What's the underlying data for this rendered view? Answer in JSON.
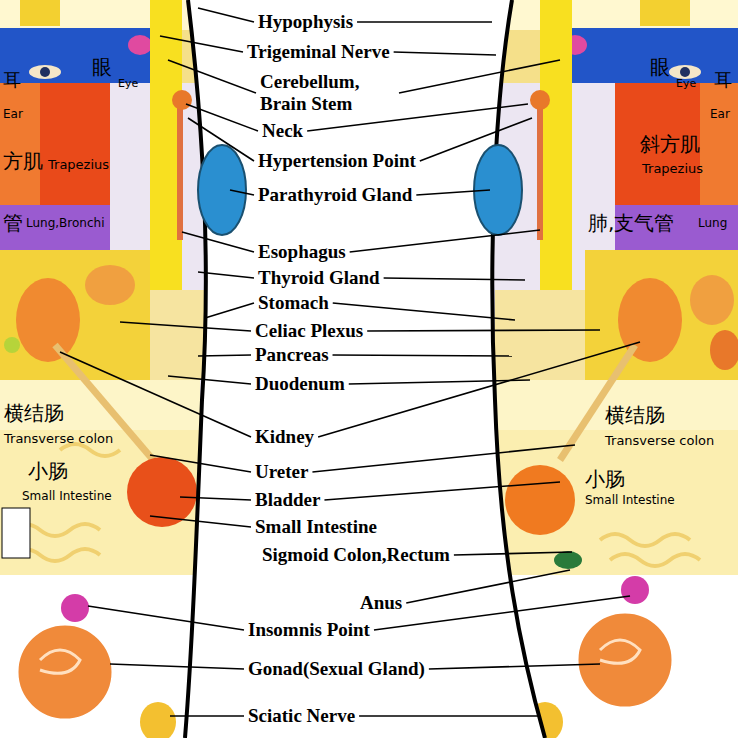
{
  "diagram": {
    "labels": [
      "Hypophysis",
      "Trigeminal Nerve",
      "Cerebellum, Brain Stem",
      "Neck",
      "Hypertension Point",
      "Parathyroid Gland",
      "Esophagus",
      "Thyroid Gland",
      "Stomach",
      "Celiac Plexus",
      "Pancreas",
      "Duodenum",
      "Kidney",
      "Ureter",
      "Bladder",
      "Small Intestine",
      "Sigmoid Colon,Rectum",
      "Anus",
      "Insomnis Point",
      "Gonad(Sexual Gland)",
      "Sciatic Nerve",
      "耳",
      "Ear",
      "眼",
      "Eye",
      "方肌",
      "Trapezius",
      "管",
      "Lung,Bronchi",
      "横结肠",
      "Transverse colon",
      "小肠",
      "Small Intestine",
      "眼",
      "Eye",
      "耳",
      "Ear",
      "斜方肌",
      "Trapezius",
      "肺,支气管",
      "Lung",
      "横结肠",
      "Transverse colon",
      "小肠",
      "Small Intestine"
    ]
  }
}
